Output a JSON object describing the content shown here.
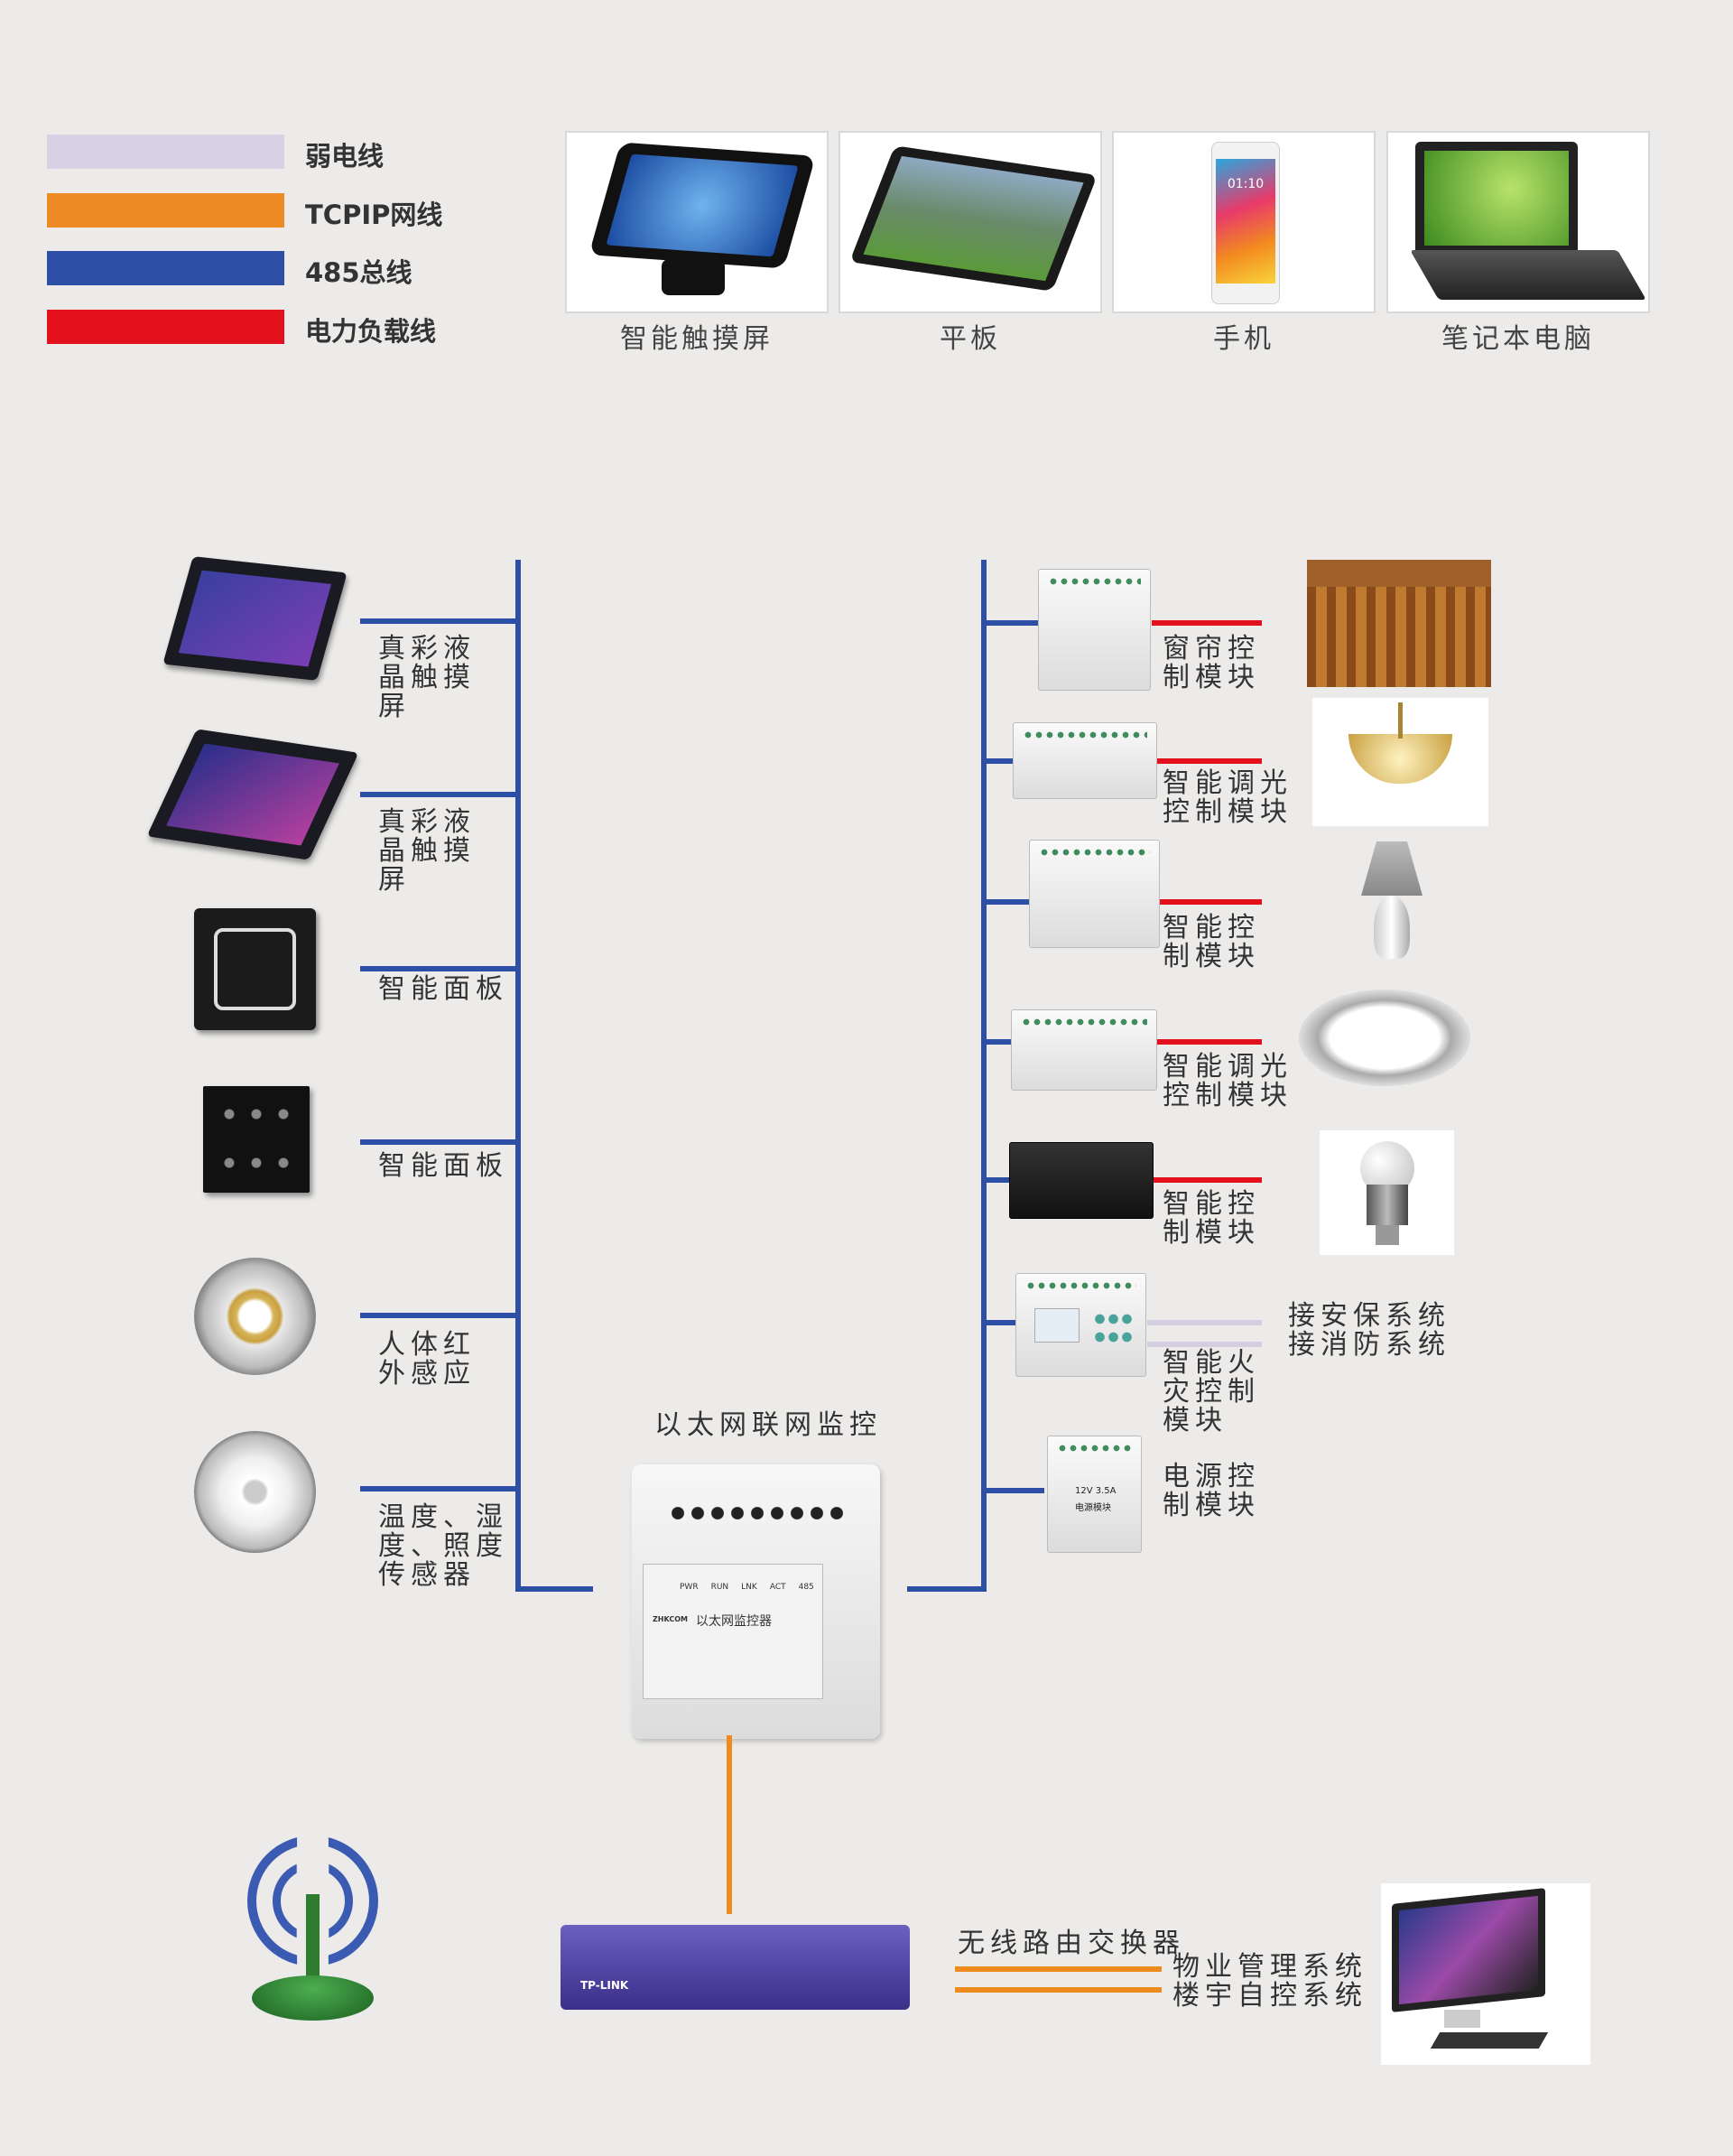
{
  "legend": [
    {
      "label": "弱电线",
      "color": "#d6d2e3"
    },
    {
      "label": "TCPIP网线",
      "color": "#ec8b24"
    },
    {
      "label": "485总线",
      "color": "#2d4fa6"
    },
    {
      "label": "电力负载线",
      "color": "#e3101e"
    }
  ],
  "clients": [
    {
      "label": "智能触摸屏",
      "icon": "touchscreen-icon"
    },
    {
      "label": "平板",
      "icon": "tablet-icon"
    },
    {
      "label": "手机",
      "icon": "phone-icon"
    },
    {
      "label": "笔记本电脑",
      "icon": "laptop-icon"
    }
  ],
  "phone_time": "01:10",
  "left_devices": [
    {
      "label": "真彩液\n晶触摸\n屏"
    },
    {
      "label": "真彩液\n晶触摸\n屏"
    },
    {
      "label": "智能面板"
    },
    {
      "label": "智能面板"
    },
    {
      "label": "人体红\n外感应"
    },
    {
      "label": "温度、湿\n度、照度\n传感器"
    }
  ],
  "right_modules": [
    {
      "label": "窗帘控\n制模块",
      "load": "curtain"
    },
    {
      "label": "智能调光\n控制模块",
      "load": "chandelier"
    },
    {
      "label": "智能控\n制模块",
      "load": "table-lamp"
    },
    {
      "label": "智能调光\n控制模块",
      "load": "ceiling-light"
    },
    {
      "label": "智能控\n制模块",
      "load": "bulb"
    },
    {
      "label": "智能火\n灾控制\n模块"
    },
    {
      "label": "电源控\n制模块"
    }
  ],
  "fire_links": {
    "line1": "接安保系统",
    "line2": "接消防系统"
  },
  "controller": {
    "title": "以太网联网监控",
    "indicators": [
      "PWR",
      "RUN",
      "LNK",
      "ACT",
      "485"
    ],
    "brand": "ZHKCOM",
    "name": "以太网监控器"
  },
  "power_module_text": {
    "spec": "12V 3.5A",
    "name": "电源模块"
  },
  "router": {
    "label": "无线路由交换器",
    "brand": "TP-LINK"
  },
  "systems": {
    "line1": "物业管理系统",
    "line2": "楼宇自控系统"
  }
}
